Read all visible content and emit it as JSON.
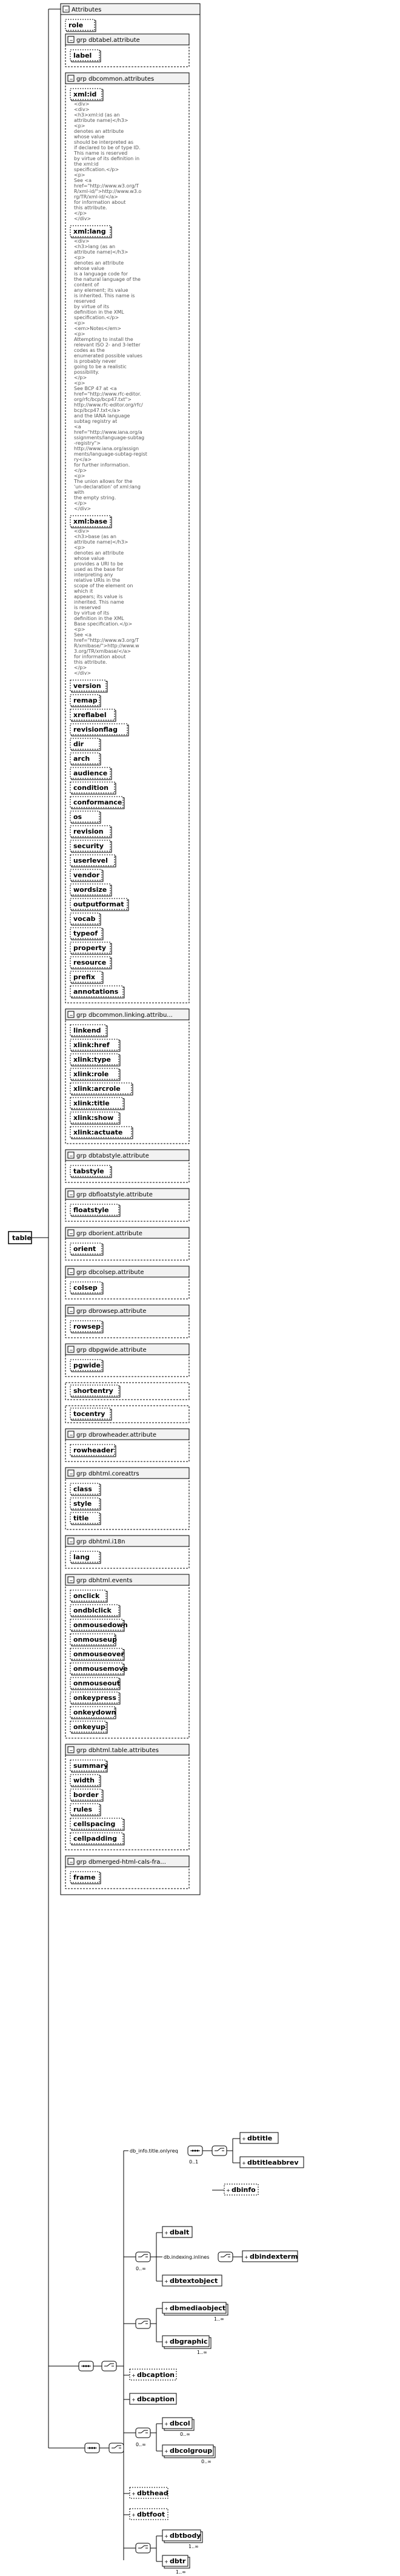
{
  "root_element": "table",
  "attributes_box": {
    "title": "Attributes"
  },
  "top_attributes": [
    "role"
  ],
  "groups": [
    {
      "name": "grp dbtabel.attribute",
      "items": [
        "label"
      ]
    },
    {
      "name": "grp dbcommon.attributes",
      "items": [
        {
          "name": "xml:id",
          "doc": [
            "<div>",
            "<div>",
            "<h3>xml:id (as an",
            "attribute name)</h3>",
            "<p>",
            "denotes an attribute",
            "whose value",
            "should be interpreted as",
            "if declared to be of type ID.",
            "This name is reserved",
            "by virtue of its definition in",
            "the xml:id",
            "specification.</p>",
            "<p>",
            "See <a",
            "href=\"http://www.w3.org/T",
            "R/xml-id/\">http://www.w3.o",
            "rg/TR/xml-id/</a>",
            "for information about",
            "this attribute.",
            "</p>",
            "</div>"
          ]
        },
        {
          "name": "xml:lang",
          "doc": [
            "<div>",
            "<h3>lang (as an",
            "attribute name)</h3>",
            "<p>",
            "denotes an attribute",
            "whose value",
            "is a language code for",
            "the natural language of the",
            "content of",
            "any element; its value",
            "is inherited. This name is",
            "reserved",
            "by virtue of its",
            "definition in the XML",
            "specification.</p>",
            "<p>",
            "<em>Notes</em>",
            "<p>",
            "Attempting to install the",
            "relevant ISO 2- and 3-letter",
            "codes as the",
            "enumerated possible values",
            "is probably never",
            "going to be a realistic",
            "possibility.",
            "</p>",
            "<p>",
            "See BCP 47 at <a",
            "href=\"http://www.rfc-editor.",
            "org/rfc/bcp/bcp47.txt\">",
            "http://www.rfc-editor.org/rfc/",
            "bcp/bcp47.txt</a>",
            "and the IANA language",
            "subtag registry at",
            "<a",
            "href=\"http://www.iana.org/a",
            "ssignments/language-subtag",
            "-registry\">",
            "http://www.iana.org/assign",
            "ments/language-subtag-regist",
            "ry</a>",
            "for further information.",
            "</p>",
            "<p>",
            "The union allows for the",
            "'un-declaration' of xml:lang",
            "with",
            "the empty string.",
            "</p>",
            "</div>"
          ]
        },
        {
          "name": "xml:base",
          "doc": [
            "<div>",
            "<h3>base (as an",
            "attribute name)</h3>",
            "<p>",
            "denotes an attribute",
            "whose value",
            "provides a URI to be",
            "used as the base for",
            "interpreting any",
            "relative URIs in the",
            "scope of the element on",
            "which it",
            "appears; its value is",
            "inherited. This name",
            "is reserved",
            "by virtue of its",
            "definition in the XML",
            "Base specification.</p>",
            "<p>",
            "See <a",
            "href=\"http://www.w3.org/T",
            "R/xmlbase/\">http://www.w",
            "3.org/TR/xmlbase/</a>",
            "for information about",
            "this attribute.",
            "</p>",
            "</div>"
          ]
        },
        "version",
        "remap",
        "xreflabel",
        "revisionflag",
        "dir",
        "arch",
        "audience",
        "condition",
        "conformance",
        "os",
        "revision",
        "security",
        "userlevel",
        "vendor",
        "wordsize",
        "outputformat",
        "vocab",
        "typeof",
        "property",
        "resource",
        "prefix",
        "annotations"
      ]
    },
    {
      "name": "grp dbcommon.linking.attribu...",
      "items": [
        "linkend",
        "xlink:href",
        "xlink:type",
        "xlink:role",
        "xlink:arcrole",
        "xlink:title",
        "xlink:show",
        "xlink:actuate"
      ]
    },
    {
      "name": "grp dbtabstyle.attribute",
      "items": [
        "tabstyle"
      ]
    },
    {
      "name": "grp dbfloatstyle.attribute",
      "items": [
        "floatstyle"
      ]
    },
    {
      "name": "grp dborient.attribute",
      "items": [
        "orient"
      ]
    },
    {
      "name": "grp dbcolsep.attribute",
      "items": [
        "colsep"
      ]
    },
    {
      "name": "grp dbrowsep.attribute",
      "items": [
        "rowsep"
      ]
    },
    {
      "name": "grp dbpgwide.attribute",
      "items": [
        "pgwide"
      ]
    },
    {
      "name": "",
      "items": [
        "shortentry"
      ]
    },
    {
      "name": "",
      "items": [
        "tocentry"
      ]
    },
    {
      "name": "grp dbrowheader.attribute",
      "items": [
        "rowheader"
      ]
    },
    {
      "name": "grp dbhtml.coreattrs",
      "items": [
        "class",
        "style",
        "title"
      ]
    },
    {
      "name": "grp dbhtml.i18n",
      "items": [
        "lang"
      ]
    },
    {
      "name": "grp dbhtml.events",
      "items": [
        "onclick",
        "ondblclick",
        "onmousedown",
        "onmouseup",
        "onmouseover",
        "onmousemove",
        "onmouseout",
        "onkeypress",
        "onkeydown",
        "onkeyup"
      ]
    },
    {
      "name": "grp dbhtml.table.attributes",
      "items": [
        "summary",
        "width",
        "border",
        "rules",
        "cellspacing",
        "cellpadding"
      ]
    },
    {
      "name": "grp dbmerged-html-cals-fra...",
      "items": [
        "frame"
      ]
    }
  ],
  "content_model": {
    "info_group": "db_info.title.onlyreq",
    "title_elems": [
      "dbtitle",
      "dbtitleabbrev"
    ],
    "info_elem": "dbinfo",
    "alt_elem": "dbalt",
    "indexing_group": "db.indexing.inlines",
    "indexterm_elem": "dbindexterm",
    "textobject_elem": "dbtextobject",
    "mediaobject_elem": "dbmediaobject",
    "graphic_elem": "dbgraphic",
    "caption_elem": "dbcaption",
    "caption2_elem": "dbcaption",
    "col_elem": "dbcol",
    "colgroup_elem": "dbcolgroup",
    "thead_elem": "dbthead",
    "tfoot_elem": "dbtfoot",
    "tbody_elem": "dbtbody",
    "tr_elem": "dbtr",
    "occ_0_1": "0..1",
    "occ_0_inf": "0..∞",
    "occ_1_inf": "1..∞"
  }
}
